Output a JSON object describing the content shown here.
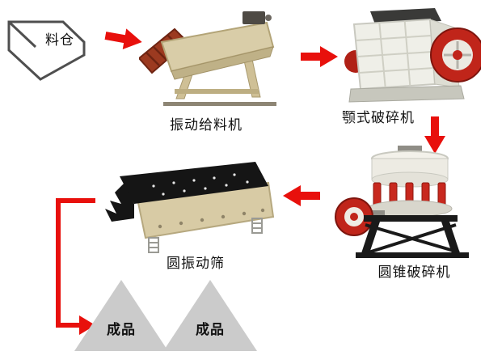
{
  "diagram": {
    "type": "process-flow",
    "flow_order": [
      "料仓",
      "振动给料机",
      "颚式破碎机",
      "圆锥破碎机",
      "圆振动筛",
      "成品"
    ],
    "hopper": {
      "label": "料仓"
    },
    "feeder": {
      "label": "振动给料机"
    },
    "jaw": {
      "label": "颚式破碎机"
    },
    "cone": {
      "label": "圆锥破碎机"
    },
    "screen": {
      "label": "圆振动筛"
    },
    "product1": {
      "label": "成品"
    },
    "product2": {
      "label": "成品"
    },
    "colors": {
      "arrow_red": "#e8100c",
      "machine_red": "#c0251a",
      "machine_beige": "#d8cba5",
      "triangle_gray": "#cbcbcb",
      "frame_black": "#1a1a1a",
      "text": "#111111"
    }
  }
}
